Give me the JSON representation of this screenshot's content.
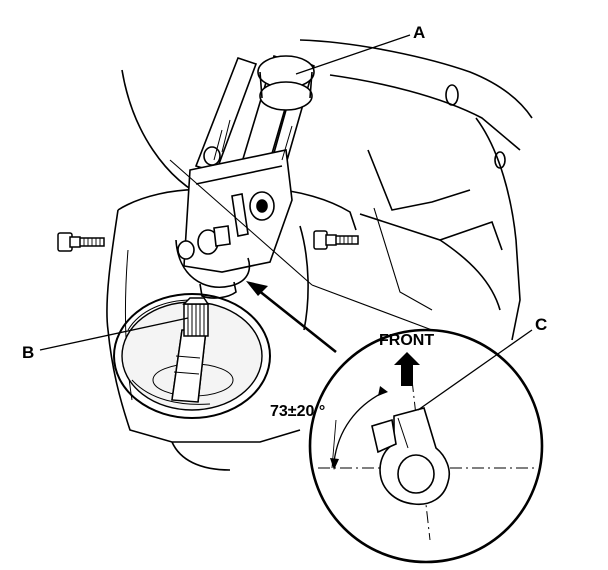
{
  "callouts": {
    "a": "A",
    "b": "B",
    "c": "C"
  },
  "detail": {
    "front_label": "FRONT",
    "angle_label": "73±20 °"
  },
  "colors": {
    "ink": "#000000",
    "paper": "#ffffff",
    "shade": "#e8e8e8"
  }
}
